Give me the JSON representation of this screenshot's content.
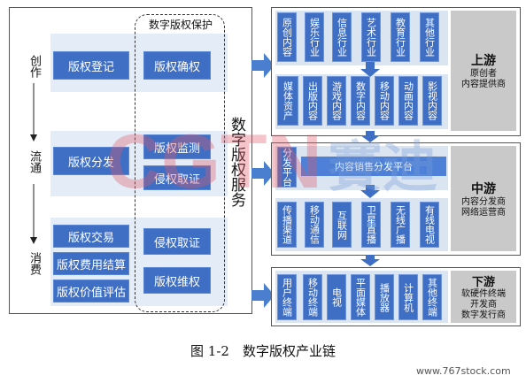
{
  "left": {
    "stages": [
      "创作",
      "流通",
      "消费"
    ],
    "protection_title": "数字版权保护",
    "service_title": "数字版权服务",
    "row1": {
      "left": "版权登记",
      "right": "版权确权"
    },
    "row2": {
      "left": "版权分发",
      "right": [
        "版权监测",
        "侵权取证"
      ]
    },
    "row3": {
      "left": [
        "版权交易",
        "版权费用结算",
        "版权价值评估"
      ],
      "right": [
        "侵权取证",
        "版权维权"
      ]
    }
  },
  "upstream": {
    "top_cells": [
      "原创内容",
      "娱乐行业",
      "信息行业",
      "艺术行业",
      "教育行业",
      "其他行业"
    ],
    "bottom_cells": [
      "媒体资产",
      "出版内容",
      "游戏内容",
      "数字内容",
      "移动内容",
      "动画内容",
      "影视内容"
    ],
    "tier_title": "上游",
    "tier_subtitle": [
      "原创者",
      "内容提供商"
    ]
  },
  "midstream": {
    "left_cell": "分发平台",
    "platform_label": "内容销售分发平台",
    "cells": [
      "传播渠道",
      "移动通信",
      "互联网",
      "卫星直播",
      "无线广播",
      "有线电视"
    ],
    "tier_title": "中游",
    "tier_subtitle": [
      "内容分发商",
      "网络运营商"
    ]
  },
  "downstream": {
    "cells": [
      "用户终端",
      "移动终端",
      "电视",
      "平面媒体",
      "播放器",
      "计算机",
      "其他终端"
    ],
    "tier_title": "下游",
    "tier_subtitle": [
      "软硬件终端",
      "开发商",
      "数字发行商"
    ]
  },
  "caption": "图 1-2　数字版权产业链",
  "watermark_text": "CGTN",
  "watermark_text_cn": "賽迪",
  "site_watermark": "www.767stock.com",
  "colors": {
    "box_blue": "#3f6fc4",
    "band": "#e4ecf7",
    "tier_gray": "#c9c9c9",
    "arrow_blue": "#4a7fd0"
  }
}
